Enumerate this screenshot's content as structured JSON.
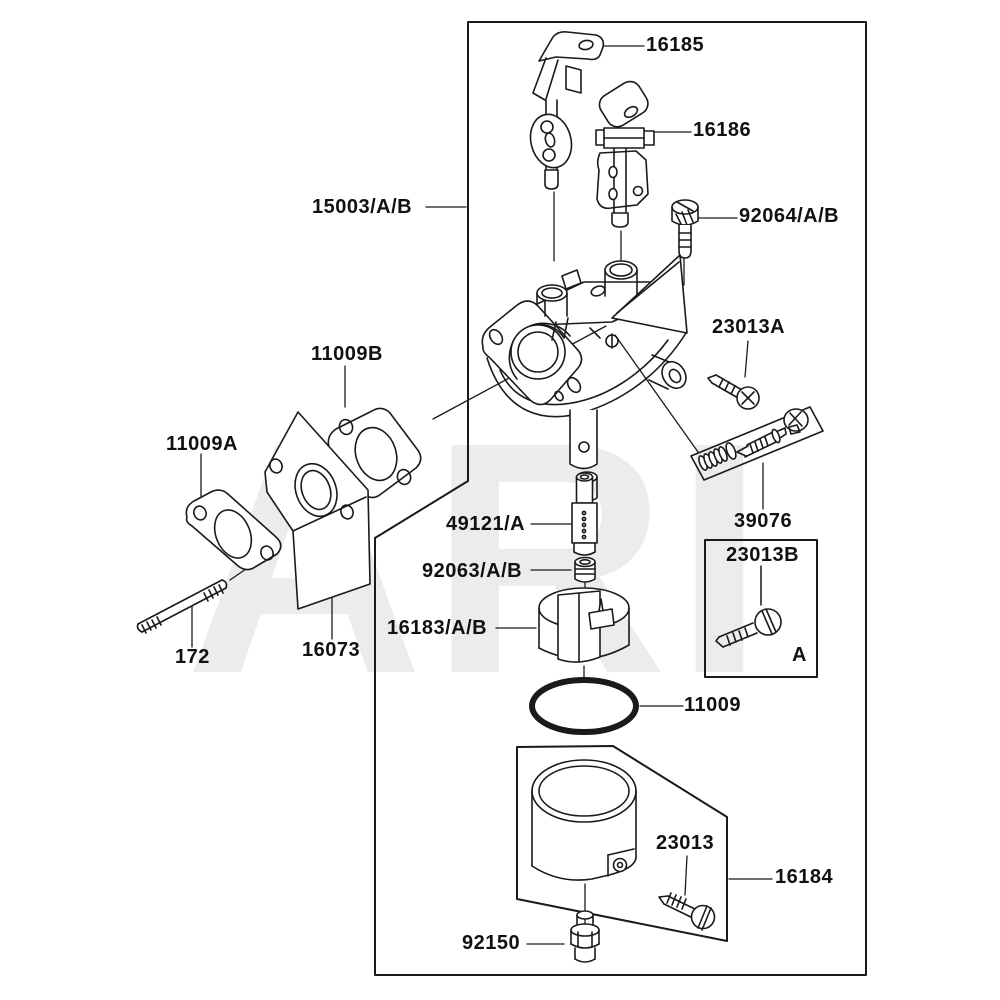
{
  "diagram_type": "exploded-parts-diagram",
  "watermark": "ARI",
  "colors": {
    "line": "#1a1a1a",
    "label": "#111111",
    "watermark": "#ececec",
    "background": "#ffffff"
  },
  "labels": {
    "p15003": "15003/A/B",
    "p16185": "16185",
    "p16186": "16186",
    "p92064": "92064/A/B",
    "p23013A": "23013A",
    "p39076": "39076",
    "p23013B": "23013B",
    "inset_letter": "A",
    "p49121": "49121/A",
    "p92063": "92063/A/B",
    "p16183": "16183/A/B",
    "p16073": "16073",
    "p172": "172",
    "p11009A": "11009A",
    "p11009B": "11009B",
    "p11009": "11009",
    "p23013": "23013",
    "p16184": "16184",
    "p92150": "92150"
  }
}
